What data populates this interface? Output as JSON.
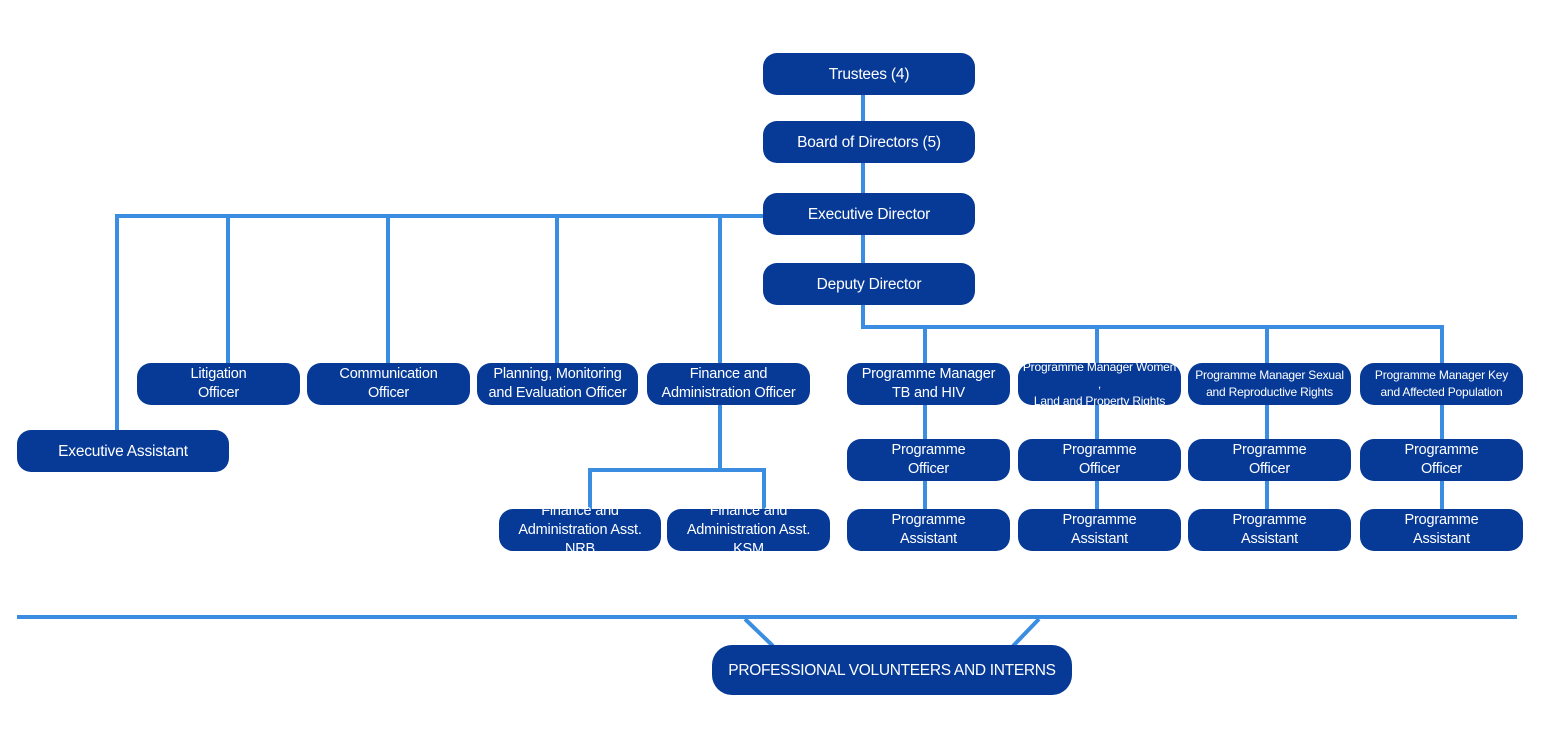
{
  "org_chart": {
    "trustees": "Trustees (4)",
    "board": "Board of Directors (5)",
    "executive_director": "Executive Director",
    "deputy_director": "Deputy Director",
    "executive_assistant": "Executive Assistant",
    "litigation_officer": "Litigation\nOfficer",
    "communication_officer": "Communication\nOfficer",
    "planning_officer": "Planning, Monitoring\nand Evaluation Officer",
    "finance_officer": "Finance and\nAdministration Officer",
    "finance_asst_nrb": "Finance and\nAdministration Asst. NRB",
    "finance_asst_ksm": "Finance and\nAdministration Asst. KSM",
    "pm_tb_hiv": "Programme Manager\nTB and HIV",
    "pm_women_land": "Programme Manager  Women ,\nLand and Property Rights",
    "pm_srh": "Programme Manager Sexual\nand Reproductive Rights",
    "pm_key_pop": "Programme Manager Key\nand Affected Population",
    "programme_officer": "Programme\nOfficer",
    "programme_assistant": "Programme\nAssistant",
    "volunteers": "PROFESSIONAL VOLUNTEERS AND INTERNS"
  },
  "colors": {
    "box": "#063a96",
    "connector": "#3a8de0",
    "text": "#ffffff"
  }
}
